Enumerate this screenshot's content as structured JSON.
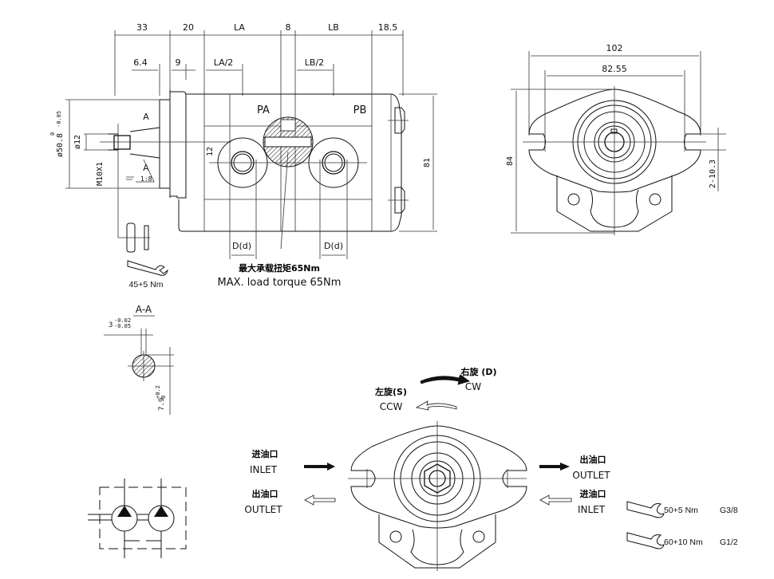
{
  "side_view": {
    "top_dims": [
      "33",
      "20",
      "LA",
      "8",
      "LB",
      "18.5"
    ],
    "second_dims": [
      "6.4",
      "9",
      "LA/2",
      "LB/2"
    ],
    "shaft_diameter": "ø50.8",
    "shaft_tol_upper": "0",
    "shaft_tol_lower": "-0.05",
    "key_diameter": "ø12",
    "thread": "M10X1",
    "taper": "1:8",
    "section_mark": "A",
    "port_a": "PA",
    "port_b": "PB",
    "port_offset": "12",
    "height": "81",
    "port_dim_a": "D(d)",
    "port_dim_b": "D(d)",
    "torque_cn": "最大承载扭矩65Nm",
    "torque_en": "MAX. load torque 65Nm",
    "nut_torque": "45+5 Nm"
  },
  "front_view": {
    "width_outer": "102",
    "width_bolt": "82.55",
    "height": "84",
    "holes": "2-10.3"
  },
  "section_aa": {
    "title": "A-A",
    "key_width": "3",
    "key_tol_upper": "-0.02",
    "key_tol_lower": "-0.05",
    "key_height": "7.9",
    "key_h_tol_upper": "+0.2",
    "key_h_tol_lower": "0"
  },
  "rotation": {
    "cw_cn": "右旋 (D)",
    "cw_en": "CW",
    "ccw_cn": "左旋(S)",
    "ccw_en": "CCW"
  },
  "ports": {
    "left_top_cn": "进油口",
    "left_top_en": "INLET",
    "left_bottom_cn": "出油口",
    "left_bottom_en": "OUTLET",
    "right_top_cn": "出油口",
    "right_top_en": "OUTLET",
    "right_bottom_cn": "进油口",
    "right_bottom_en": "INLET"
  },
  "torque_table": [
    {
      "torque": "50+5 Nm",
      "thread": "G3/8"
    },
    {
      "torque": "60+10 Nm",
      "thread": "G1/2"
    }
  ]
}
